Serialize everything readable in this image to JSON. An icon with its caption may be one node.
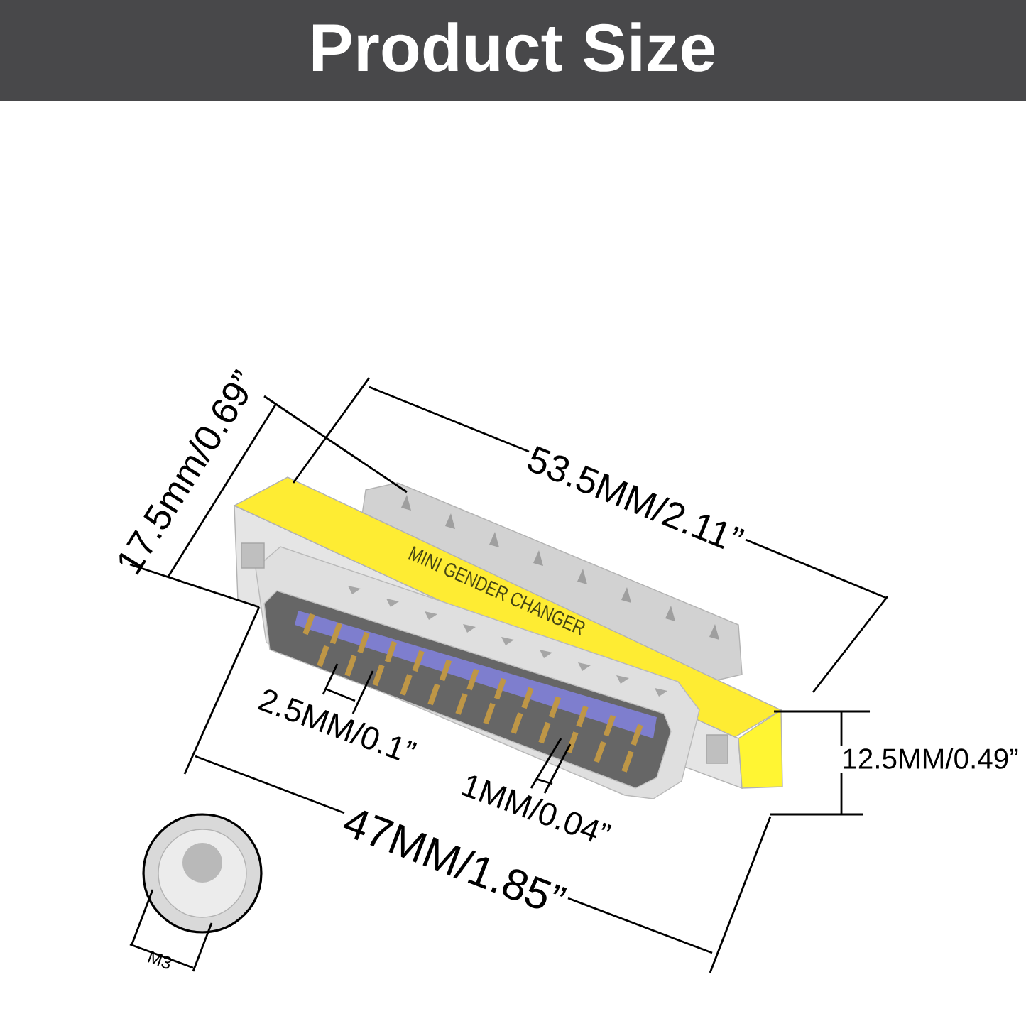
{
  "diagram": {
    "title": "Product Size",
    "labels": [
      "17.5mm/0.69”",
      "53.5MM/2.11”",
      "MINI GENDER CHANGER",
      "2.5MM/0.1”",
      "12.5MM/0.49”",
      "1MM/0.04”",
      "47MM/1.85”",
      "M3"
    ]
  }
}
